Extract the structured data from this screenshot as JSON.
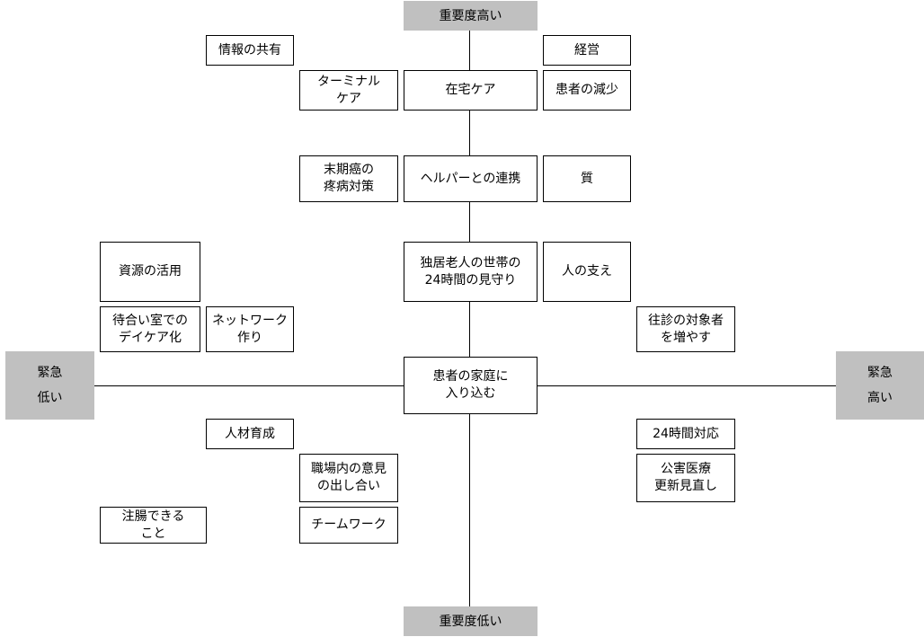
{
  "axes": {
    "top": "重要度高い",
    "bottom": "重要度低い",
    "left": "緊急\n低い",
    "right": "緊急\n高い"
  },
  "center": {
    "column": [
      "在宅ケア",
      "ヘルパーとの連携",
      "独居老人の世帯の\n24時間の見守り",
      "患者の家庭に\n入り込む"
    ]
  },
  "items": {
    "info_sharing": "情報の共有",
    "terminal_care": "ターミナル\nケア",
    "management": "経営",
    "patient_decrease": "患者の減少",
    "end_stage_cancer": "末期癌の\n疼病対策",
    "quality": "質",
    "resource_use": "資源の活用",
    "human_support": "人の支え",
    "waiting_room_daycare": "待合い室での\nデイケア化",
    "networking": "ネットワーク\n作り",
    "increase_home_visits": "往診の対象者\nを増やす",
    "hr_development": "人材育成",
    "workplace_opinions": "職場内の意見\nの出し合い",
    "teamwork": "チームワーク",
    "enema": "注腸できる\nこと",
    "support_24h": "24時間対応",
    "public_medical_review": "公害医療\n更新見直し"
  }
}
